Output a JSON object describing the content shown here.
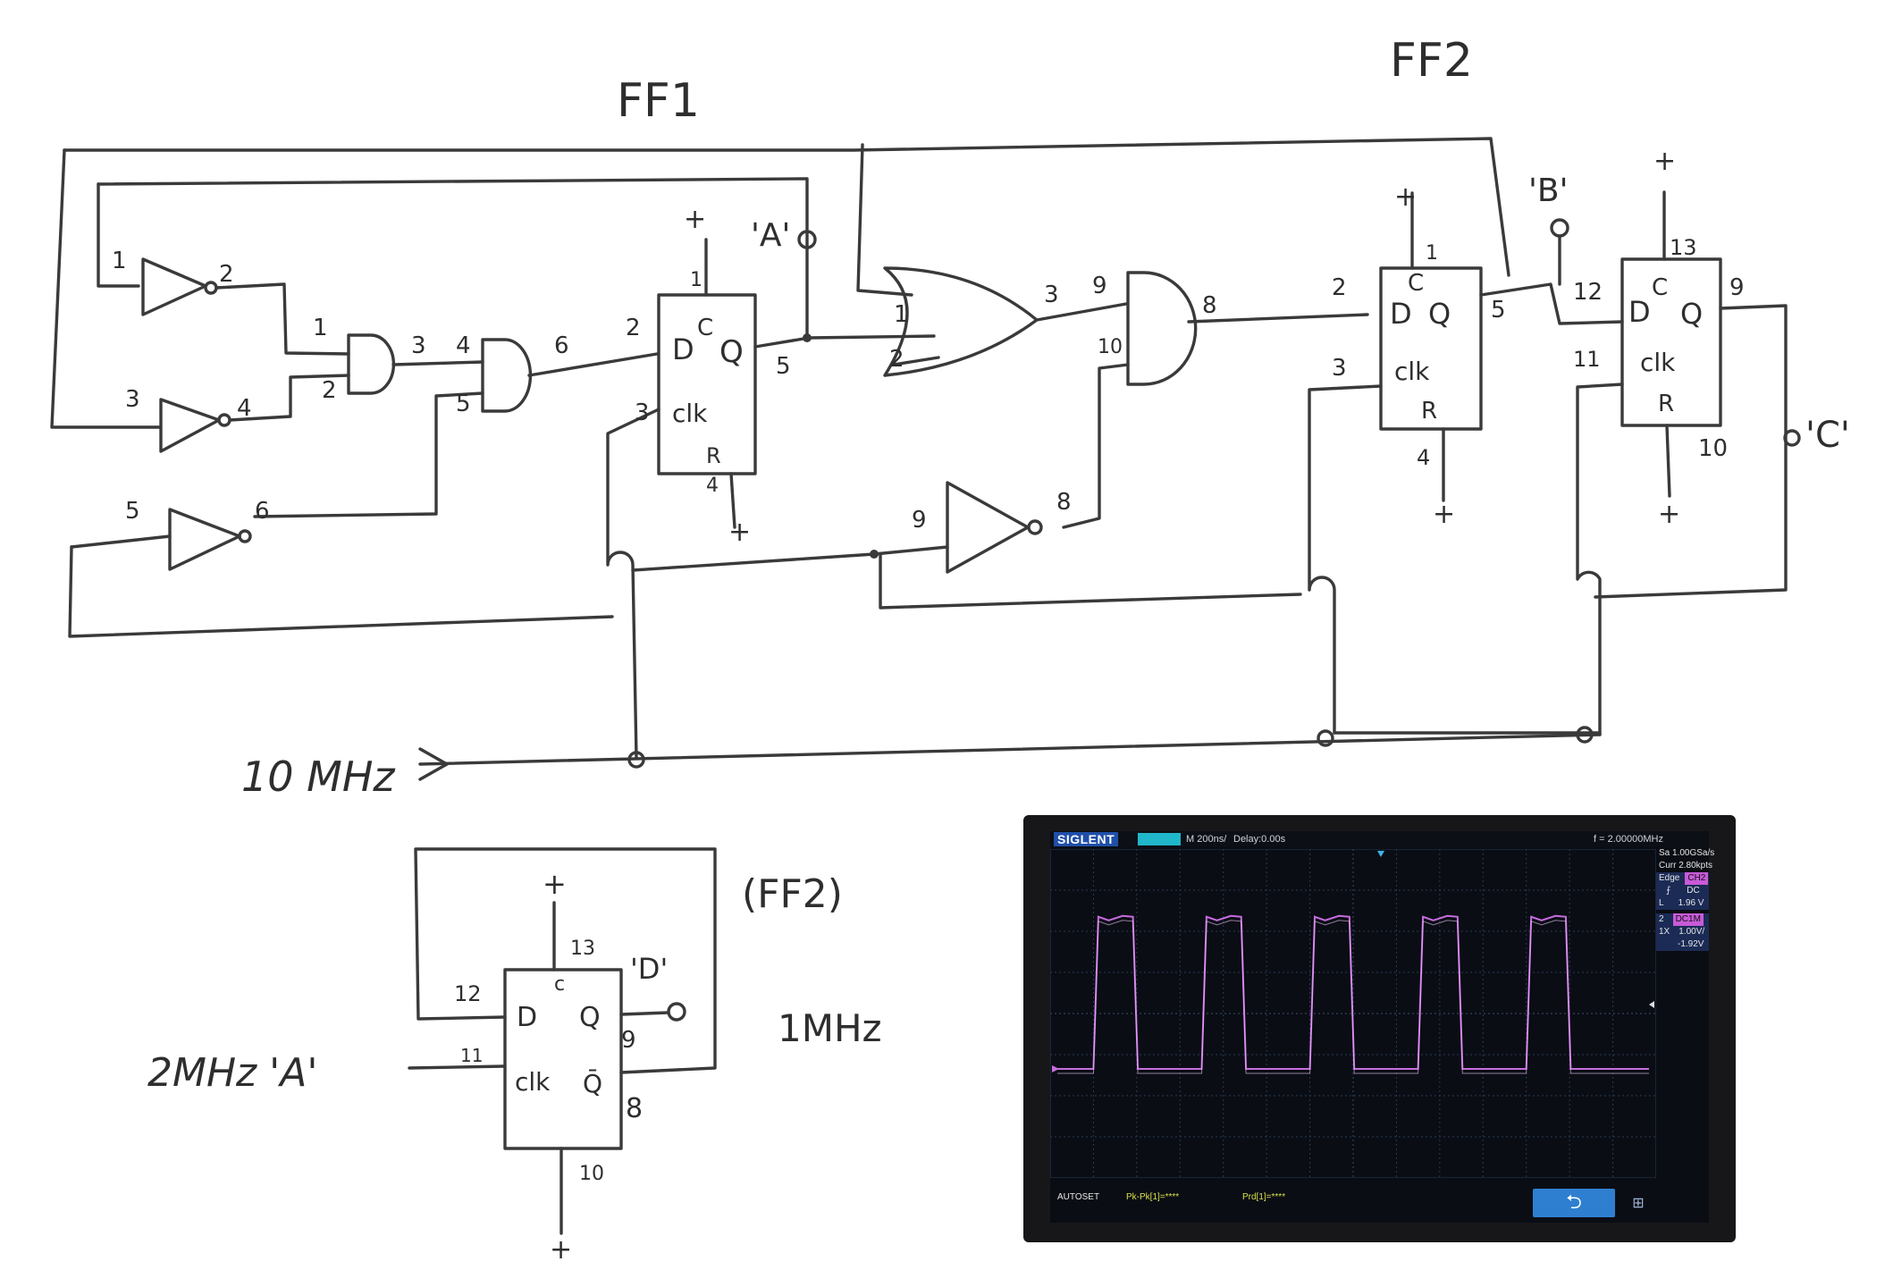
{
  "schematic": {
    "ff1_title": "FF1",
    "ff2_title": "FF2",
    "clock_input_label": "10 MHz",
    "probe_a": "'A'",
    "probe_b": "'B'",
    "probe_c": "'C'",
    "plus": "+",
    "inv1_in": "1",
    "inv1_out": "2",
    "inv2_in": "3",
    "inv2_out": "4",
    "inv3_in": "5",
    "inv3_out": "6",
    "and1_in1": "1",
    "and1_in2": "2",
    "and1_out": "3",
    "and2_in1": "4",
    "and2_in2": "5",
    "and2_out": "6",
    "ff1_d_pin": "2",
    "ff1_clk_pin": "3",
    "ff1_q_pin": "5",
    "ff1_c_pin": "1",
    "ff1_r_pin": "4",
    "or_in1": "1",
    "or_in2": "2",
    "or_out": "3",
    "and3_in1": "9",
    "and3_in2": "10",
    "and3_out": "8",
    "inv4_in": "9",
    "inv4_out": "8",
    "ff2_d_pin": "2",
    "ff2_clk_pin": "3",
    "ff2_q_pin": "5",
    "ff2_c_pin": "1",
    "ff2_r_pin": "4",
    "ff3_d_pin": "12",
    "ff3_clk_pin": "11",
    "ff3_q_pin": "9",
    "ff3_c_pin": "13",
    "ff3_r_pin": "10",
    "lbl_d": "D",
    "lbl_q": "Q",
    "lbl_c": "C",
    "lbl_clk": "clk",
    "lbl_r": "R"
  },
  "divider": {
    "title": "(FF2)",
    "input_label": "2MHz 'A'",
    "output_label": "1MHz",
    "probe_d": "'D'",
    "plus": "+",
    "pin_d": "12",
    "pin_clk": "11",
    "pin_c": "13",
    "pin_q": "9",
    "pin_qbar": "8",
    "pin_r": "10",
    "lbl_d": "D",
    "lbl_c": "c",
    "lbl_q": "Q",
    "lbl_clk": "clk",
    "lbl_qbar": "Q̄"
  },
  "scope": {
    "brand": "SIGLENT",
    "timebase": "M 200ns/",
    "delay": "Delay:0.00s",
    "frequency": "f = 2.00000MHz",
    "sample_rate": "Sa 1.00GSa/s",
    "memory": "Curr 2.80kpts",
    "trigger_type": "Edge",
    "trigger_source": "CH2",
    "trigger_slope": "⨍",
    "trigger_coupling": "DC",
    "trigger_level_prefix": "L",
    "trigger_level": "1.96 V",
    "ch_number": "2",
    "ch_coupling": "DC1M",
    "probe_ratio": "1X",
    "volts_div": "1.00V/",
    "offset": "-1.92V",
    "autoset": "AUTOSET",
    "meas1": "Pk-Pk[1]=****",
    "meas2": "Prd[1]=****",
    "back_icon": "⮌",
    "network_icon": "⊞",
    "trace_color": "#c86ce0",
    "grid_color": "#2a3a52",
    "waveform": {
      "frequency_mhz": 2.0,
      "timebase_ns_per_div": 200,
      "visible_pulses": 5,
      "high_div": 3.7,
      "low_div": 0.0
    }
  }
}
